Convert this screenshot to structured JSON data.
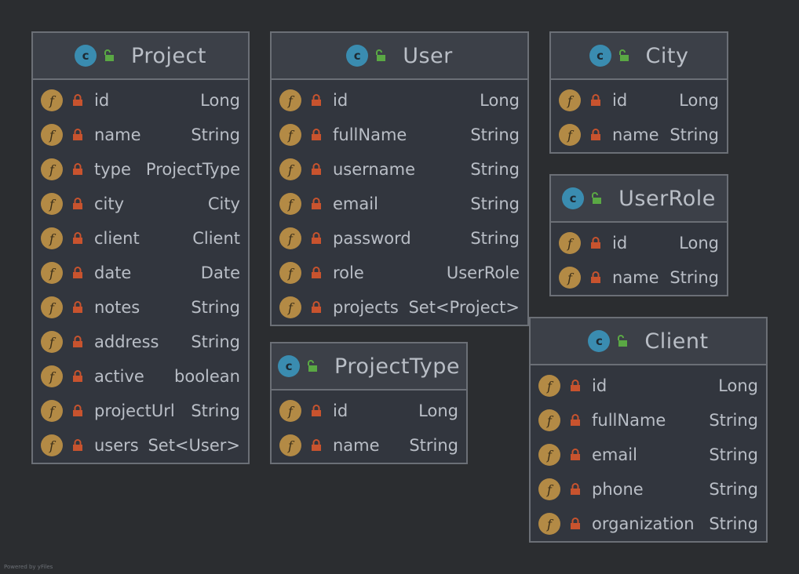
{
  "entities": {
    "project": {
      "title": "Project",
      "fields": [
        {
          "name": "id",
          "type": "Long"
        },
        {
          "name": "name",
          "type": "String"
        },
        {
          "name": "type",
          "type": "ProjectType"
        },
        {
          "name": "city",
          "type": "City"
        },
        {
          "name": "client",
          "type": "Client"
        },
        {
          "name": "date",
          "type": "Date"
        },
        {
          "name": "notes",
          "type": "String"
        },
        {
          "name": "address",
          "type": "String"
        },
        {
          "name": "active",
          "type": "boolean"
        },
        {
          "name": "projectUrl",
          "type": "String"
        },
        {
          "name": "users",
          "type": "Set<User>"
        }
      ]
    },
    "user": {
      "title": "User",
      "fields": [
        {
          "name": "id",
          "type": "Long"
        },
        {
          "name": "fullName",
          "type": "String"
        },
        {
          "name": "username",
          "type": "String"
        },
        {
          "name": "email",
          "type": "String"
        },
        {
          "name": "password",
          "type": "String"
        },
        {
          "name": "role",
          "type": "UserRole"
        },
        {
          "name": "projects",
          "type": "Set<Project>"
        }
      ]
    },
    "city": {
      "title": "City",
      "fields": [
        {
          "name": "id",
          "type": "Long"
        },
        {
          "name": "name",
          "type": "String"
        }
      ]
    },
    "userrole": {
      "title": "UserRole",
      "fields": [
        {
          "name": "id",
          "type": "Long"
        },
        {
          "name": "name",
          "type": "String"
        }
      ]
    },
    "projecttype": {
      "title": "ProjectType",
      "fields": [
        {
          "name": "id",
          "type": "Long"
        },
        {
          "name": "name",
          "type": "String"
        }
      ]
    },
    "client": {
      "title": "Client",
      "fields": [
        {
          "name": "id",
          "type": "Long"
        },
        {
          "name": "fullName",
          "type": "String"
        },
        {
          "name": "email",
          "type": "String"
        },
        {
          "name": "phone",
          "type": "String"
        },
        {
          "name": "organization",
          "type": "String"
        }
      ]
    }
  },
  "icons": {
    "class_letter": "c",
    "field_letter": "f",
    "class_icon": "class-icon",
    "field_icon": "field-icon",
    "lock_icon": "lock-icon",
    "unlock_icon": "unlock-icon"
  },
  "colors": {
    "background": "#2b2d30",
    "class_icon": "#3a8cb0",
    "field_icon": "#b38a45",
    "lock": "#c8532e",
    "unlock": "#5aa844"
  },
  "footer": {
    "text": "Powered by yFiles"
  }
}
